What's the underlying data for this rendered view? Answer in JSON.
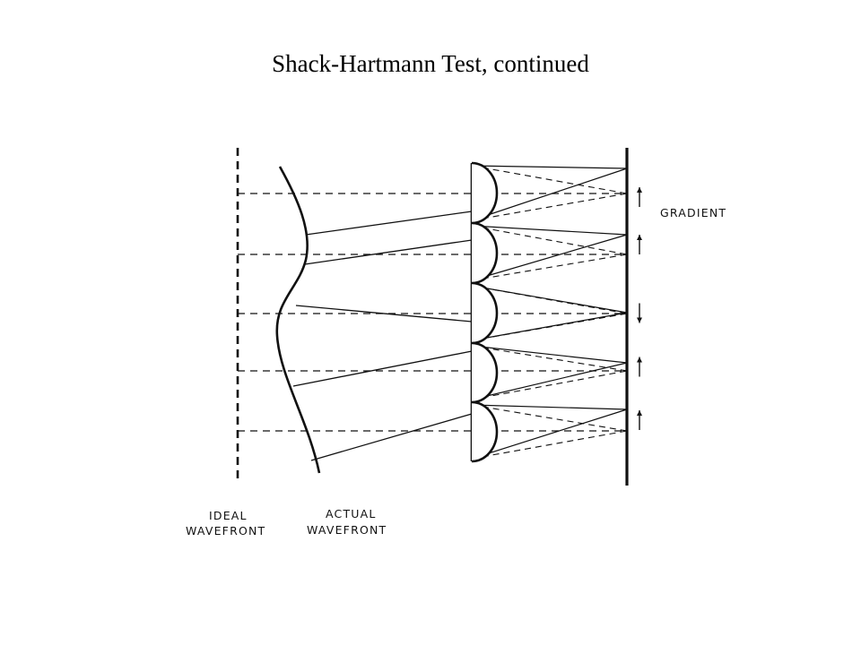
{
  "slide": {
    "title": "Shack-Hartmann Test, continued"
  },
  "diagram": {
    "labels": {
      "gradient": "GRADIENT",
      "ideal_line1": "IDEAL",
      "ideal_line2": "WAVEFRONT",
      "actual_line1": "ACTUAL",
      "actual_line2": "WAVEFRONT"
    },
    "lenslet_count": 5,
    "gradient_arrows": [
      "up",
      "up",
      "down",
      "up",
      "up"
    ],
    "colors": {
      "ink": "#111111",
      "background": "#ffffff"
    }
  }
}
